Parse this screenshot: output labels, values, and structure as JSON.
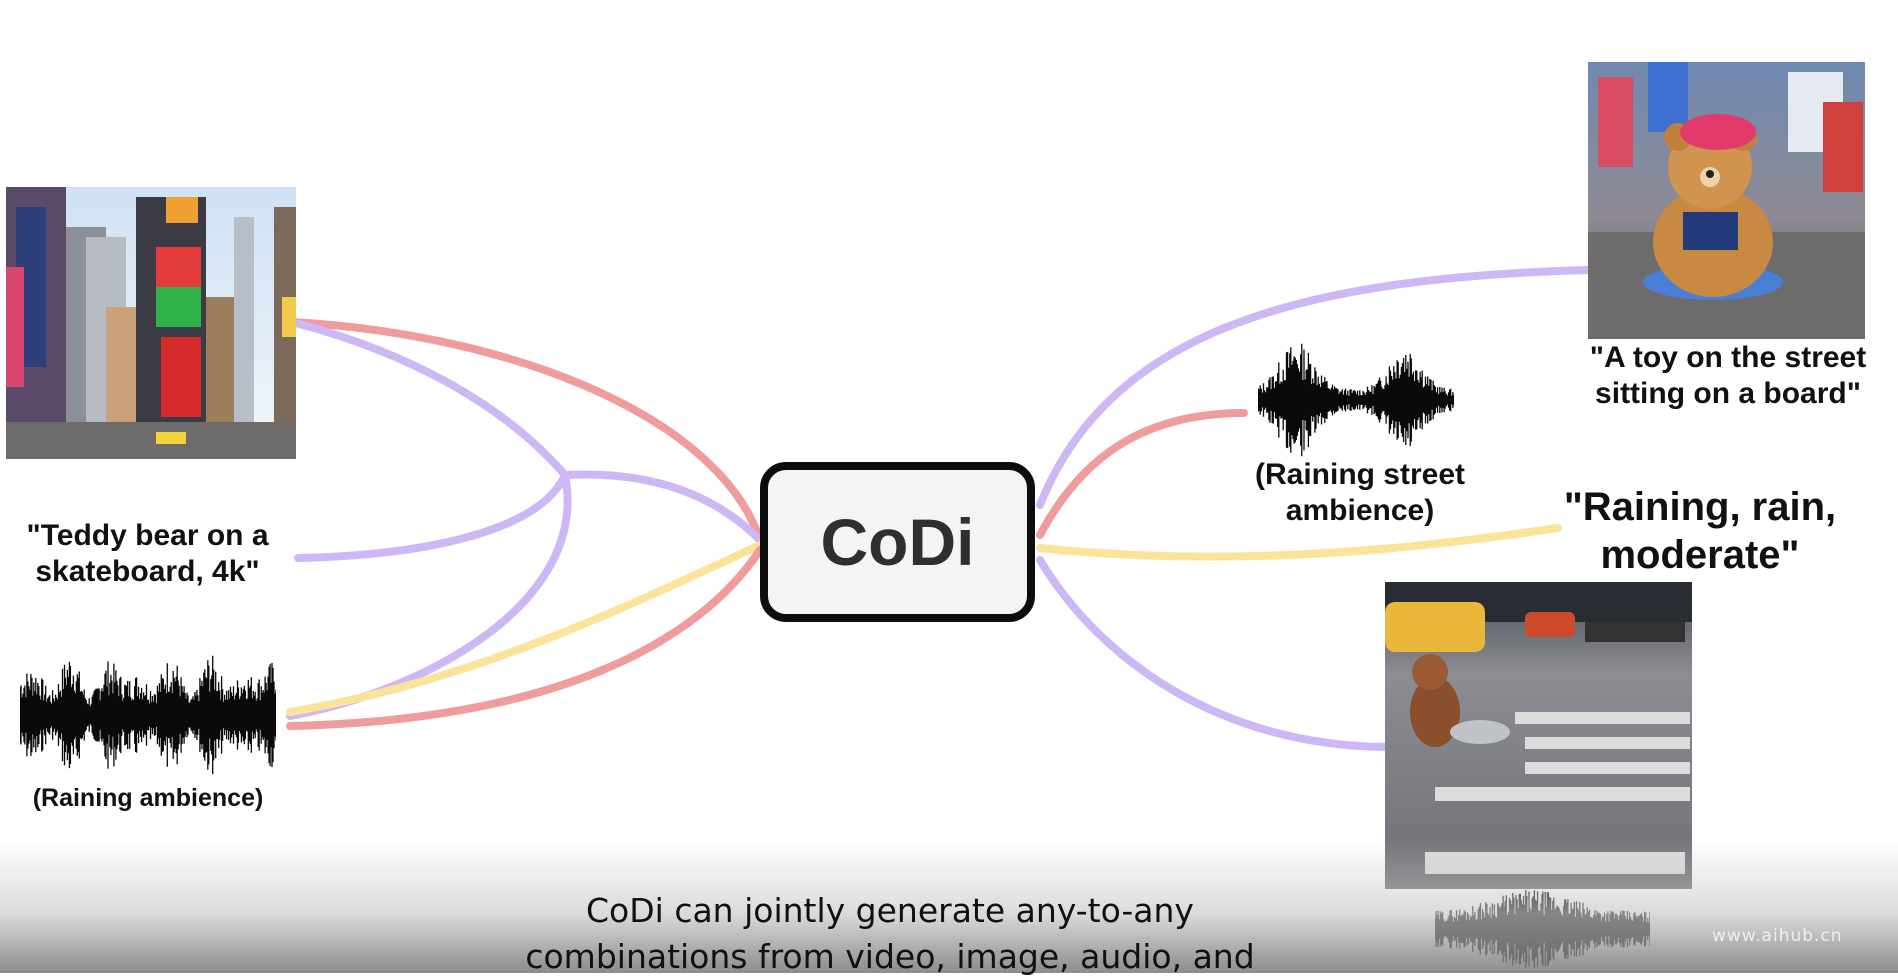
{
  "center": {
    "label": "CoDi"
  },
  "inputs": {
    "image": {
      "icon": "times-square-photo"
    },
    "text": {
      "caption": "\"Teddy bear on a skateboard, 4k\""
    },
    "audio": {
      "caption": "(Raining ambience)"
    }
  },
  "outputs": {
    "image": {
      "icon": "teddy-bear-photo",
      "caption": "\"A toy on the street sitting on a board\""
    },
    "audio": {
      "caption": "(Raining street ambience)"
    },
    "text": {
      "caption": "\"Raining, rain, moderate\""
    },
    "video": {
      "icon": "rainy-street-video-frame"
    },
    "video_audio": {
      "icon": "waveform"
    }
  },
  "subtitle": "CoDi can jointly generate any-to-any\ncombinations from video, image, audio, and",
  "watermark": "www.aihub.cn",
  "colors": {
    "purple": "#cdb8f5",
    "red": "#ef9c9c",
    "yellow": "#f9e49a"
  }
}
